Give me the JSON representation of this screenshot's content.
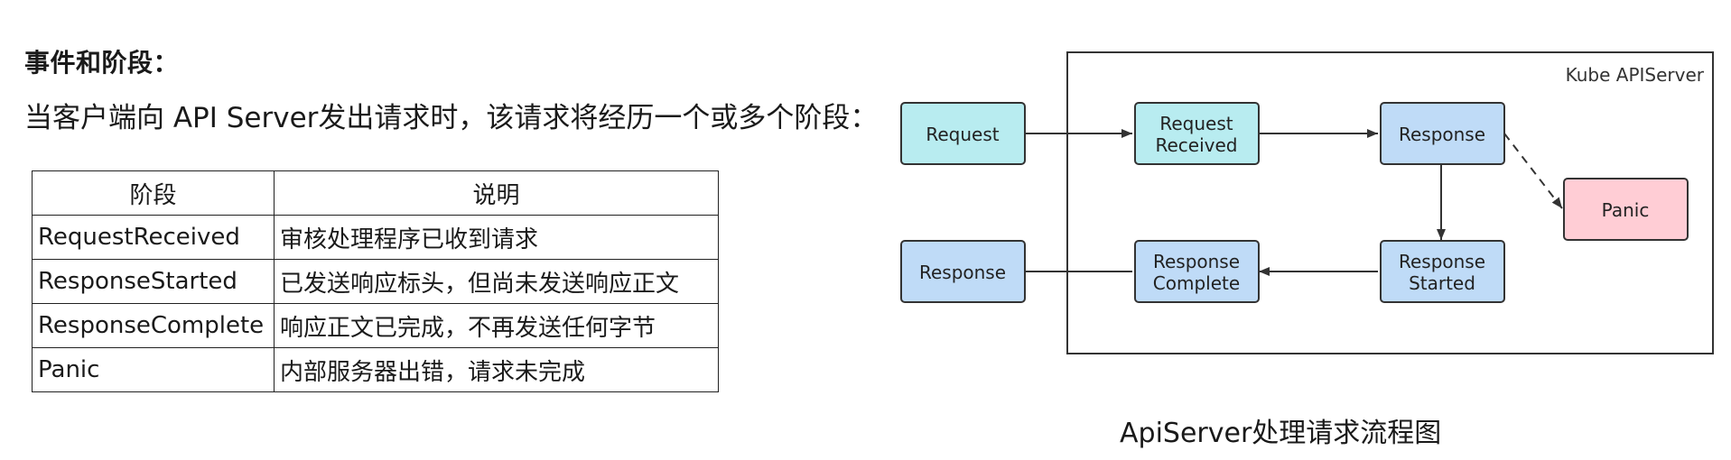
{
  "heading": "事件和阶段：",
  "intro": "当客户端向 API Server发出请求时，该请求将经历一个或多个阶段：",
  "table": {
    "headers": [
      "阶段",
      "说明"
    ],
    "rows": [
      {
        "stage": "RequestReceived",
        "desc": "审核处理程序已收到请求"
      },
      {
        "stage": "ResponseStarted",
        "desc": "已发送响应标头，但尚未发送响应正文"
      },
      {
        "stage": "ResponseComplete",
        "desc": "响应正文已完成，不再发送任何字节"
      },
      {
        "stage": "Panic",
        "desc": "内部服务器出错，请求未完成"
      }
    ]
  },
  "diagram": {
    "container_label": "Kube APIServer",
    "nodes": {
      "request": {
        "lines": [
          "Request"
        ],
        "fill": "#b8ecf0"
      },
      "request_received": {
        "lines": [
          "Request",
          "Received"
        ],
        "fill": "#b8ecf0"
      },
      "response_top": {
        "lines": [
          "Response"
        ],
        "fill": "#bfdbf7"
      },
      "panic": {
        "lines": [
          "Panic"
        ],
        "fill": "#ffcdd5"
      },
      "response_started": {
        "lines": [
          "Response",
          "Started"
        ],
        "fill": "#bfdbf7"
      },
      "response_complete": {
        "lines": [
          "Response",
          "Complete"
        ],
        "fill": "#bfdbf7"
      },
      "response_out": {
        "lines": [
          "Response"
        ],
        "fill": "#bfdbf7"
      }
    },
    "caption": "ApiServer处理请求流程图"
  }
}
